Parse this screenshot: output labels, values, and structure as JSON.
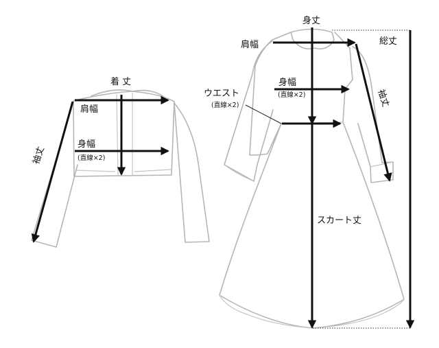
{
  "jacket": {
    "length_label": "着 丈",
    "shoulder_label": "肩幅",
    "body_width_label": "身幅",
    "body_width_note": "(直線×2)",
    "sleeve_label": "袖丈"
  },
  "dress": {
    "body_length_label": "身丈",
    "total_length_label": "総丈",
    "shoulder_label": "肩幅",
    "body_width_label": "身幅",
    "body_width_note": "(直線×2)",
    "waist_label": "ウエスト",
    "waist_note": "(直線×2)",
    "sleeve_label": "袖丈",
    "skirt_length_label": "スカート丈"
  }
}
